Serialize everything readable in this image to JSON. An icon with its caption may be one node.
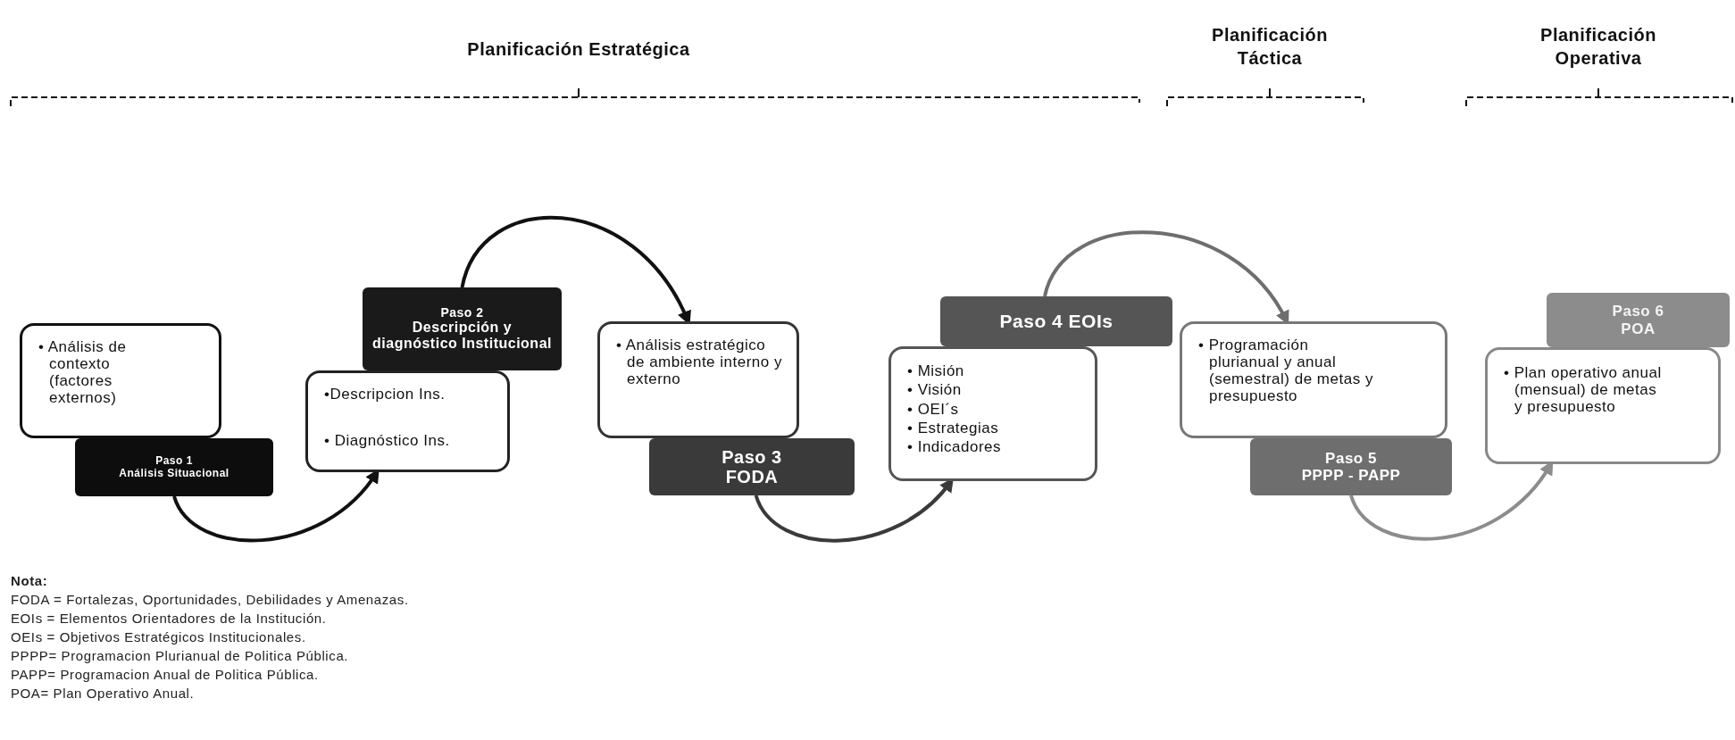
{
  "diagram": {
    "nodes": [
      {
        "text": [
          "• Análisis de contexto (factores externos)"
        ]
      },
      {
        "text": [
          "Paso 1",
          "Análisis Situacional"
        ]
      },
      {
        "text": [
          "Paso 2",
          "Descripción y diagnóstico Institucional"
        ]
      },
      {
        "text": [
          "•Descripcion Ins.",
          "• Diagnóstico Ins."
        ]
      },
      {
        "text": [
          "• Análisis estratégico de ambiente interno y externo"
        ]
      },
      {
        "text": [
          "Paso 3",
          "FODA"
        ]
      },
      {
        "text": [
          "Paso 4 EOIs"
        ]
      },
      {
        "text": [
          "• Misión",
          "• Visión",
          "• OEI´s",
          "• Estrategias",
          "• Indicadores"
        ]
      },
      {
        "text": [
          "• Programación plurianual y anual (semestral) de metas y presupuesto"
        ]
      },
      {
        "text": [
          "Paso 5",
          "PPPP - PAPP"
        ]
      },
      {
        "text": [
          "Paso 6",
          "POA"
        ]
      },
      {
        "text": [
          "• Plan operativo anual (mensual) de metas y presupuesto"
        ]
      }
    ],
    "edges": [
      {
        "from": 1,
        "to": 3,
        "arrow": "to"
      },
      {
        "from": 2,
        "to": 4,
        "arrow": "to"
      },
      {
        "from": 5,
        "to": 7,
        "arrow": "to",
        "color": "#3a3a3a"
      },
      {
        "from": 6,
        "to": 8,
        "arrow": "to",
        "color": "#6e6e6e"
      },
      {
        "from": 9,
        "to": 11,
        "arrow": "to",
        "color": "#8c8c8c"
      }
    ],
    "labels": [
      "Planificación Estratégica",
      "Planificación Táctica",
      "Planificación Operativa",
      "Nota:",
      "FODA = Fortalezas, Oportunidades, Debilidades y Amenazas.",
      "EOIs = Elementos Orientadores de la Institución.",
      "OEIs = Objetivos Estratégicos Institucionales.",
      "PPPP= Programacion Plurianual de Politica Pública.",
      "PAPP= Programacion Anual de Politica Pública.",
      "POA= Plan Operativo Anual."
    ]
  }
}
